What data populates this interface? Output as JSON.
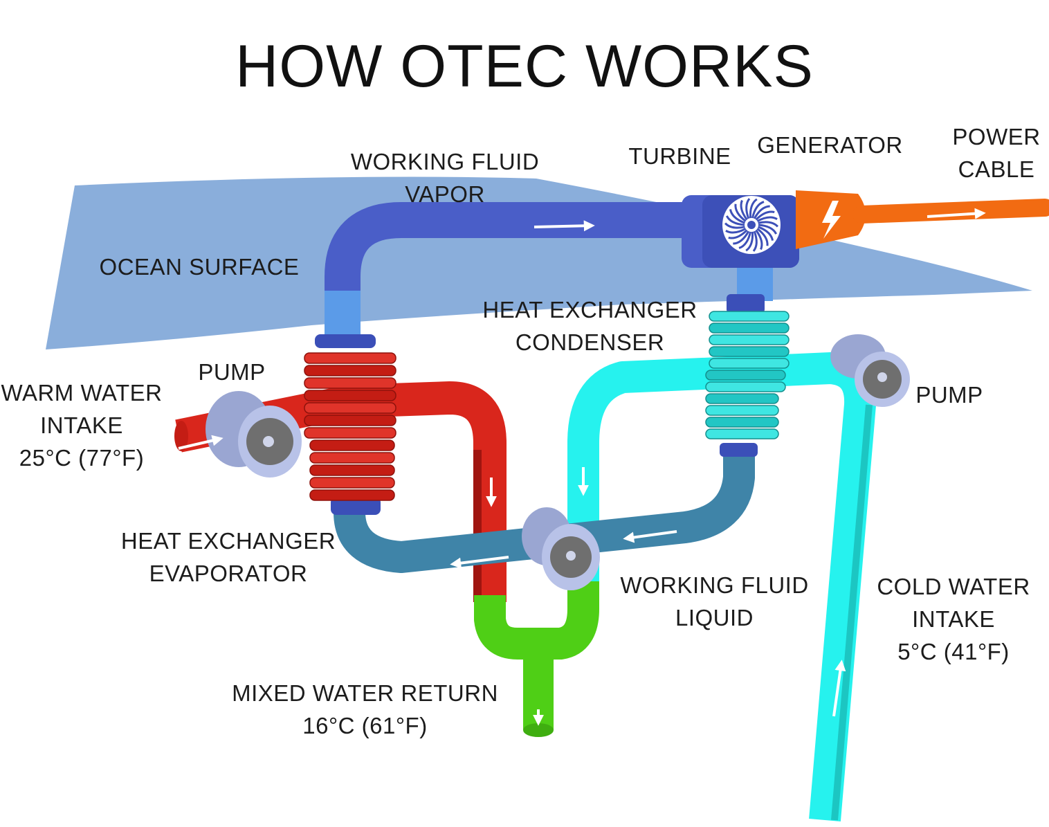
{
  "title": "HOW OTEC WORKS",
  "labels": {
    "ocean_surface": "OCEAN SURFACE",
    "vapor_1": "WORKING FLUID",
    "vapor_2": "VAPOR",
    "turbine": "TURBINE",
    "generator": "GENERATOR",
    "power_1": "POWER",
    "power_2": "CABLE",
    "condenser_1": "HEAT EXCHANGER",
    "condenser_2": "CONDENSER",
    "pump_left": "PUMP",
    "warm_1": "WARM WATER",
    "warm_2": "INTAKE",
    "warm_3": "25°C (77°F)",
    "pump_right": "PUMP",
    "evaporator_1": "HEAT EXCHANGER",
    "evaporator_2": "EVAPORATOR",
    "liquid_1": "WORKING FLUID",
    "liquid_2": "LIQUID",
    "cold_1": "COLD WATER",
    "cold_2": "INTAKE",
    "cold_3": "5°C (41°F)",
    "mixed_1": "MIXED WATER RETURN",
    "mixed_2": "16°C (61°F)"
  },
  "colors": {
    "ocean": "#8aaedb",
    "working_fluid_vapor": "#4a5ec8",
    "working_fluid_liquid": "#3f84a8",
    "warm_water": "#d9261c",
    "cold_water": "#26f2ee",
    "mixed_water": "#4fcf16",
    "generator": "#f26b12",
    "pump": "#9aa6d2"
  },
  "icons": {
    "turbine": "turbine-rotor-icon",
    "generator": "lightning-bolt-icon"
  }
}
